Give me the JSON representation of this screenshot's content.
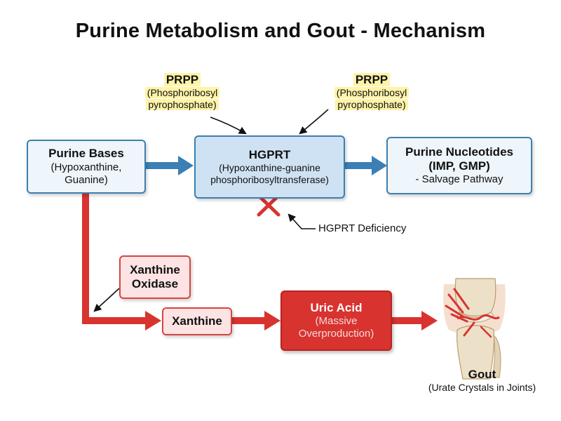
{
  "title": "Purine Metabolism and Gout - Mechanism",
  "prpp_left": {
    "abbr": "PRPP",
    "line1": "(Phosphoribosyl",
    "line2": "pyrophosphate)"
  },
  "prpp_right": {
    "abbr": "PRPP",
    "line1": "(Phosphoribosyl",
    "line2": "pyrophosphate)"
  },
  "purine_bases": {
    "title": "Purine Bases",
    "line1": "(Hypoxanthine,",
    "line2": "Guanine)"
  },
  "hgprt": {
    "title": "HGPRT",
    "line1": "(Hypoxanthine-guanine",
    "line2": "phosphoribosyltransferase)"
  },
  "nucleotides": {
    "title": "Purine Nucleotides",
    "line1": "(IMP, GMP)",
    "line2": "- Salvage Pathway"
  },
  "deficiency_label": "HGPRT Deficiency",
  "xanthine_oxidase": {
    "line1": "Xanthine",
    "line2": "Oxidase"
  },
  "xanthine": "Xanthine",
  "uric_acid": {
    "title": "Uric Acid",
    "line1": "(Massive",
    "line2": "Overproduction)"
  },
  "gout": {
    "title": "Gout",
    "subtitle": "(Urate Crystals in Joints)"
  },
  "icons": {
    "deficiency_mark": "red-x-icon",
    "joint": "knee-joint-icon"
  },
  "colors": {
    "salvage_arrow": "#3b7fb5",
    "overproduction_arrow": "#d8332f",
    "highlight": "#fff3a8"
  }
}
